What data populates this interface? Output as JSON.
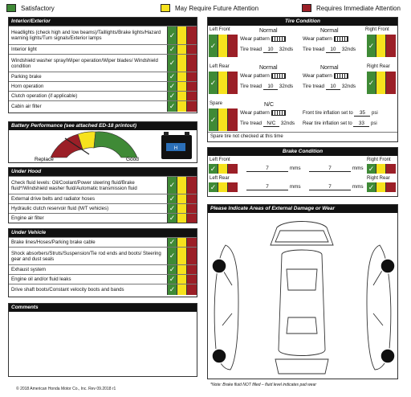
{
  "legend": {
    "satisfactory": "Satisfactory",
    "future": "May Require Future Attention",
    "immediate": "Requires Immediate Attention",
    "colors": {
      "green": "#3f8a36",
      "yellow": "#f6e21d",
      "red": "#9b1f27"
    }
  },
  "interior": {
    "title": "Interior/Exterior",
    "items": [
      "Headlights (check high and low beams)/Taillights/Brake lights/Hazard warning lights/Turn signals/Exterior lamps",
      "Interior light",
      "Windshield washer spray/Wiper operation/Wiper blades/ Windshield condition",
      "Parking brake",
      "Horn operation",
      "Clutch operation (if applicable)",
      "Cabin air filter"
    ]
  },
  "battery": {
    "title": "Battery Performance (see attached ED-18 printout)",
    "replace": "Replace",
    "good": "Good"
  },
  "under_hood": {
    "title": "Under Hood",
    "items": [
      "Check fluid levels: Oil/Coolant/Power steering fluid/Brake fluid*/Windshield washer fluid/Automatic transmission fluid",
      "External drive belts and radiator hoses",
      "Hydraulic clutch reservoir fluid (M/T vehicles)",
      "Engine air filter"
    ]
  },
  "under_vehicle": {
    "title": "Under Vehicle",
    "items": [
      "Brake lines/Hoses/Parking brake cable",
      "Shock absorbers/Struts/Suspension/Tie rod ends and boots/ Steering gear and dust seals",
      "Exhaust system",
      "Engine oil and/or fluid leaks",
      "Drive shaft boots/Constant velocity boots and bands"
    ]
  },
  "comments": {
    "title": "Comments"
  },
  "tire": {
    "title": "Tire Condition",
    "left_front": "Left Front",
    "right_front": "Right Front",
    "left_rear": "Left Rear",
    "right_rear": "Right Rear",
    "spare": "Spare",
    "normal": "Normal",
    "na": "N/C",
    "wear_pattern": "Wear pattern",
    "tire_tread": "Tire tread",
    "tread_values": {
      "lf": "10",
      "rf": "10",
      "lr": "10",
      "rr": "10",
      "spare": "N/C"
    },
    "unit_32": "32nds",
    "front_inflation_label": "Front tire inflation set to",
    "front_inflation": "35",
    "rear_inflation_label": "Rear tire inflation set to",
    "rear_inflation": "33",
    "psi": "psi",
    "spare_note": "Spare tire not checked at this time"
  },
  "brake": {
    "title": "Brake Condition",
    "left_front": "Left Front",
    "right_front": "Right Front",
    "left_rear": "Left Rear",
    "right_rear": "Right Rear",
    "values": {
      "lf": "7",
      "rf": "7",
      "lr": "7",
      "rr": "7"
    },
    "unit": "mms"
  },
  "damage": {
    "title": "Please Indicate Areas of External Damage or Wear"
  },
  "footer": "© 2018 American Honda Motor Co., Inc. Rev 09.2018 r1",
  "brake_note": "*Note: Brake fluid NOT filled – fluid level indicates pad wear"
}
